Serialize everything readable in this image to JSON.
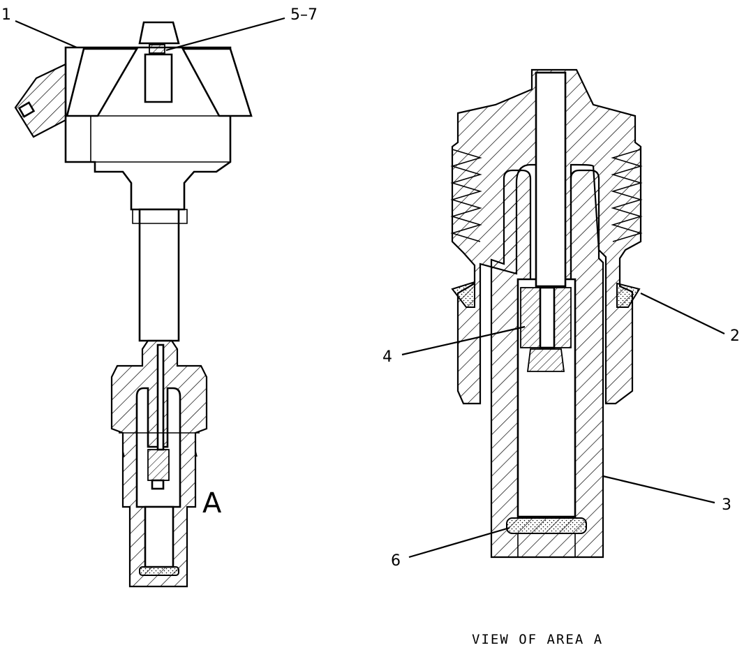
{
  "labels": {
    "item1": "1",
    "item5_7": "5–7",
    "item2": "2",
    "item3": "3",
    "item4": "4",
    "item6": "6",
    "area": "A"
  },
  "caption": "VIEW OF AREA A",
  "colors": {
    "ink": "#000000",
    "paper": "#ffffff"
  }
}
